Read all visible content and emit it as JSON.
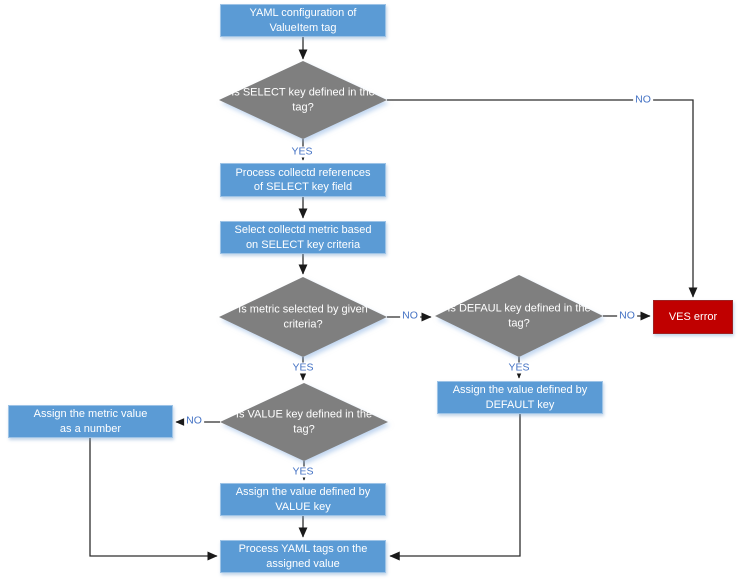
{
  "colors": {
    "process_fill": "#5B9BD5",
    "process_border": "#9DC3E6",
    "decision_fill": "#7F7F7F",
    "error_fill": "#C00000",
    "error_border": "#9E2222",
    "edge_label_text": "#4472C4",
    "connector_line": "#2E2E2E",
    "node_text": "#FFFFFF"
  },
  "nodes": {
    "start": {
      "line1": "YAML configuration of",
      "line2": "ValueItem tag"
    },
    "decision_select": {
      "line1": "Is SELECT key",
      "line2": "defined in the tag?"
    },
    "process_references": {
      "line1": "Process collectd references",
      "line2": "of SELECT key field"
    },
    "select_metric": {
      "line1": "Select collectd metric based",
      "line2": "on SELECT key criteria"
    },
    "decision_metric": {
      "line1": "Is metric selected",
      "line2": "by given criteria?"
    },
    "decision_default": {
      "line1": "Is DEFAUL key",
      "line2": "defined in the tag?"
    },
    "ves_error": {
      "label": "VES error"
    },
    "assign_default": {
      "line1": "Assign the value defined by",
      "line2": "DEFAULT key"
    },
    "assign_metric": {
      "line1": "Assign the metric value",
      "line2": "as a number"
    },
    "decision_value": {
      "line1": "Is VALUE key",
      "line2": "defined in the tag?"
    },
    "assign_value": {
      "line1": "Assign the value defined by",
      "line2": "VALUE key"
    },
    "process_yaml": {
      "line1": "Process YAML tags on the",
      "line2": "assigned value"
    }
  },
  "edge_labels": {
    "select_yes": "YES",
    "select_no": "NO",
    "metric_yes": "YES",
    "metric_no": "NO",
    "default_yes": "YES",
    "default_no": "NO",
    "value_yes": "YES",
    "value_no": "NO"
  }
}
